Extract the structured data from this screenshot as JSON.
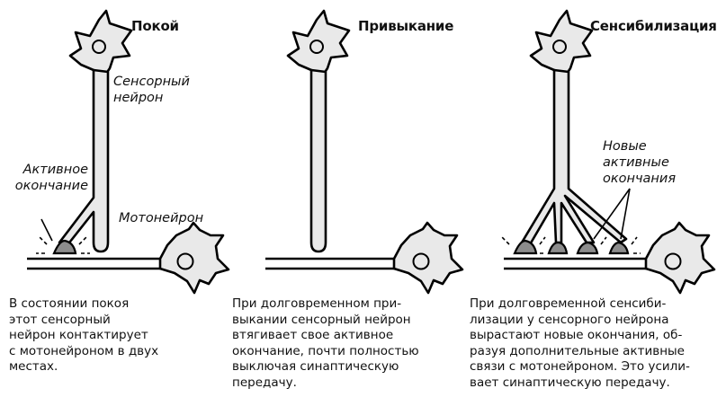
{
  "panels": [
    {
      "title": "Покой",
      "caption": "В состоянии покоя\nэтот сенсорный\nнейрон контактирует\nс мотонейроном в двух\nместах.",
      "labels": {
        "sensory_neuron": "Сенсорный\nнейрон",
        "active_ending": "Активное\nокончание",
        "motor_neuron": "Мотонейрон"
      }
    },
    {
      "title": "Привыкание",
      "caption": "При долговременном при-\nвыкании сенсорный нейрон\nвтягивает свое активное\nокончание, почти полностью\nвыключая синаптическую\nпередачу."
    },
    {
      "title": "Сенсибилизация",
      "caption": "При долговременной сенсиби-\nлизации у сенсорного нейрона\nвырастают новые окончания, об-\nразуя дополнительные активные\nсвязи с мотонейроном. Это усили-\nвает синаптическую передачу.",
      "labels": {
        "new_endings": "Новые\nактивные\nокончания"
      }
    }
  ]
}
